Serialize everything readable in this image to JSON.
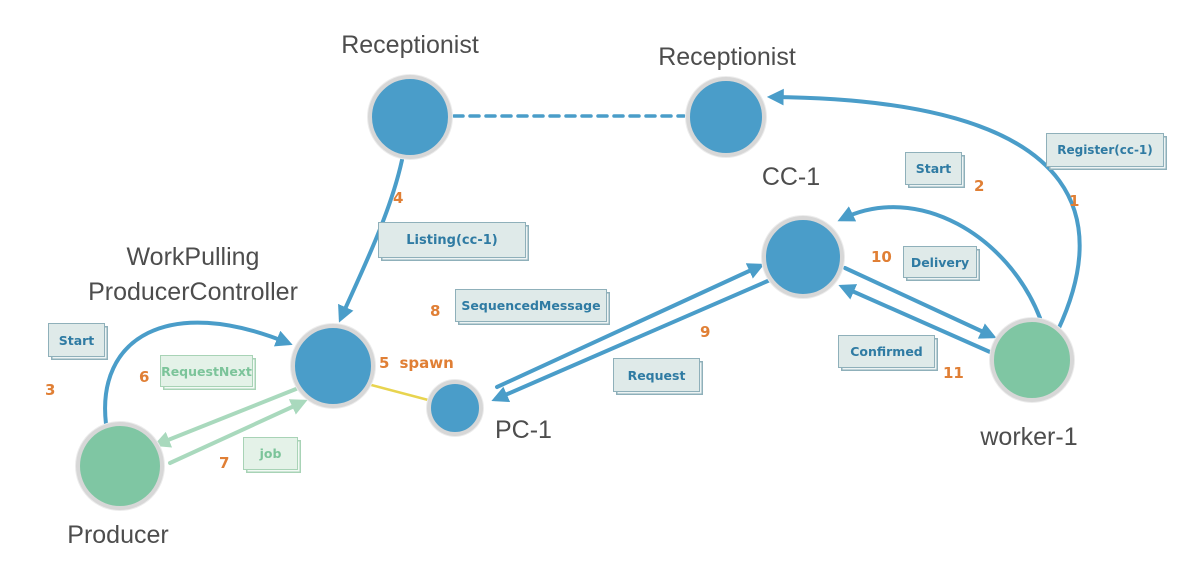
{
  "nodes": {
    "receptionist_left": {
      "label": "Receptionist"
    },
    "receptionist_right": {
      "label": "Receptionist"
    },
    "controller": {
      "line1": "WorkPulling",
      "line2": "ProducerController"
    },
    "pc1": {
      "label": "PC-1"
    },
    "cc1": {
      "label": "CC-1"
    },
    "worker1": {
      "label": "worker-1"
    },
    "producer": {
      "label": "Producer"
    }
  },
  "messages": {
    "register": {
      "num": "1",
      "label": "Register(cc-1)"
    },
    "start_worker": {
      "num": "2",
      "label": "Start"
    },
    "start_producer": {
      "num": "3",
      "label": "Start"
    },
    "listing": {
      "num": "4",
      "label": "Listing(cc-1)"
    },
    "spawn": {
      "num": "5",
      "label": "spawn"
    },
    "request_next": {
      "num": "6",
      "label": "RequestNext"
    },
    "job": {
      "num": "7",
      "label": "job"
    },
    "sequenced_message": {
      "num": "8",
      "label": "SequencedMessage"
    },
    "request": {
      "num": "9",
      "label": "Request"
    },
    "delivery": {
      "num": "10",
      "label": "Delivery"
    },
    "confirmed": {
      "num": "11",
      "label": "Confirmed"
    }
  },
  "colors": {
    "node_blue": "#4a9dc9",
    "node_green": "#7fc6a3",
    "node_ring": "#d7d7d7",
    "arrow_blue": "#4a9dc9",
    "arrow_green": "#a9d9bd",
    "spawn_yellow": "#e8d44f",
    "number_orange": "#e07f35",
    "note_blue_bg": "#dfeae9",
    "note_blue_text": "#2f7ba3",
    "note_green_bg": "#e4f2e8",
    "note_green_text": "#7cc49a",
    "label_text": "#4d4d4d"
  }
}
